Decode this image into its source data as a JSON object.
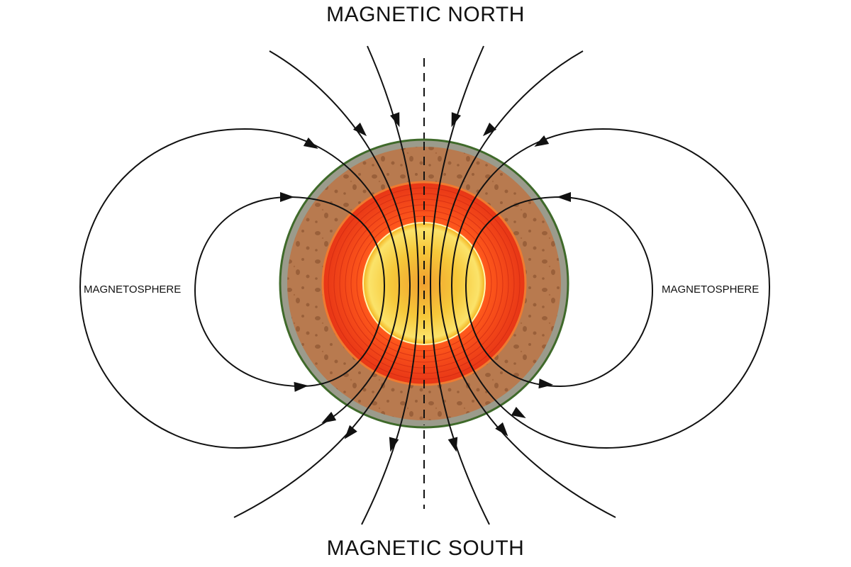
{
  "labels": {
    "north": "MAGNETIC NORTH",
    "south": "MAGNETIC SOUTH",
    "magnetosphere_left": "MAGNETOSPHERE",
    "magnetosphere_right": "MAGNETOSPHERE"
  },
  "colors": {
    "crust": "#9a9a8a",
    "outline": "#3f6a2a",
    "mantle": "#b87a4f",
    "outer_core": "#e8411a",
    "inner_core": "#f7d23a",
    "field_line": "#111111"
  }
}
